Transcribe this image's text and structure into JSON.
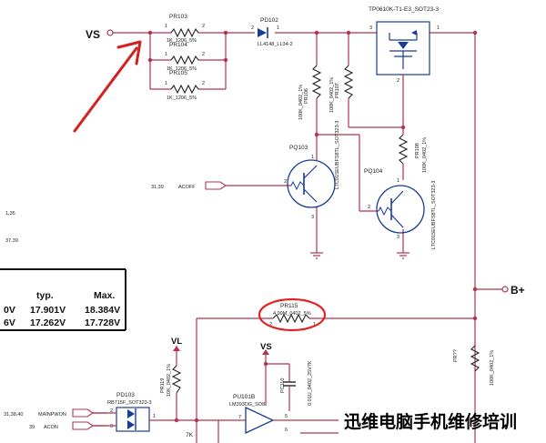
{
  "nets": {
    "vs": "VS",
    "vs2": "VS",
    "vl": "VL",
    "b_plus": "B+"
  },
  "resistors": {
    "pr103": {
      "ref": "PR103",
      "value": "1K_1206_5%",
      "p1": "1",
      "p2": "2"
    },
    "pr104": {
      "ref": "PR104",
      "value": "1K_1206_5%",
      "p1": "1",
      "p2": "2"
    },
    "pr105": {
      "ref": "PR105",
      "value": "1K_1206_5%",
      "p1": "1",
      "p2": "2"
    },
    "pr106": {
      "ref": "PR106",
      "value": "100K_0402_1%"
    },
    "pr107": {
      "ref": "PR107",
      "value": "100K_0402_1%"
    },
    "pr108": {
      "ref": "PR108",
      "value": "100K_0402_1%"
    },
    "pr115": {
      "ref": "PR115",
      "value": "4.99M_0402_5%",
      "p1": "2",
      "p2": "1"
    },
    "pr119": {
      "ref": "PR119",
      "value": "10K_0402_1%"
    },
    "prxx": {
      "ref": "PR??",
      "value": "100K_0402_1%"
    }
  },
  "diode_pd102": {
    "ref": "PD102",
    "value": "LL4148_LL34-2",
    "p1": "2",
    "p2": "1"
  },
  "mosfet": {
    "ref": "TP0610K-T1-E3_SOT23-3",
    "p3": "3",
    "p1": "1",
    "p2": "2"
  },
  "q103": {
    "ref": "PQ103",
    "part": "LTC015EUBFS8TL_SOT323-3",
    "p1": "1",
    "p2": "2",
    "p3": "3"
  },
  "q104": {
    "ref": "PQ104",
    "part": "LTC015EUBFS8TL_SOT323-3",
    "p1": "1",
    "p2": "2",
    "p3": "3"
  },
  "pd103": {
    "ref": "PD103",
    "part": "RB715F_SOT323-3",
    "p1": "1",
    "p2": "2",
    "p3": "3"
  },
  "comparator": {
    "ref": "PU101B",
    "part": "LM393DG_SO8",
    "p7": "7",
    "p5": "5",
    "p6": "6"
  },
  "pc110": {
    "ref": "PC110",
    "value": "0.01U_0402_25V7K"
  },
  "signals": {
    "acoff": {
      "num": "31,39",
      "name": "ACOFF"
    },
    "mainpwon": {
      "num": "31,38,40",
      "name": "MAINPWON"
    },
    "acon": {
      "num": "39",
      "name": "ACON"
    }
  },
  "side_labels": [
    "1,35",
    "37,39"
  ],
  "table": {
    "headers": [
      "typ.",
      "Max."
    ],
    "rows": [
      {
        "left": "0V",
        "typ": "17.901V",
        "max": "18.384V"
      },
      {
        "left": "6V",
        "typ": "17.262V",
        "max": "17.728V"
      }
    ]
  },
  "stray_k": "7K",
  "watermark": "迅维电脑手机维修培训",
  "colors": {
    "wire": "#b3334d",
    "arrow": "#d42020",
    "circle": "#e02424",
    "ink": "#222222"
  }
}
